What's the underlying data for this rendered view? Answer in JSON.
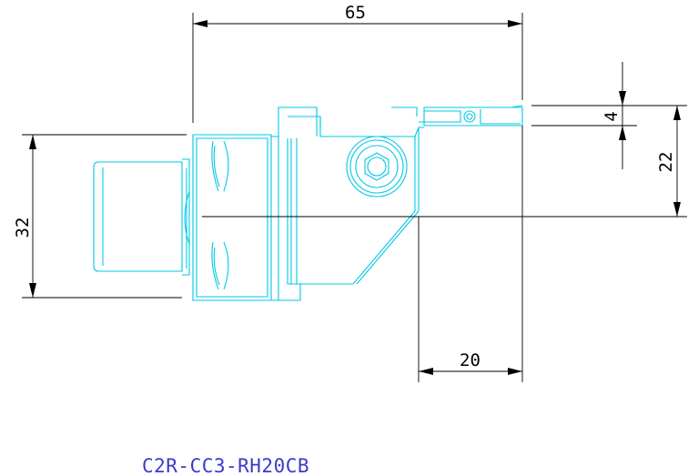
{
  "dimensions": {
    "overall_length": "65",
    "shank_height": "32",
    "center_height": "22",
    "groove_width": "4",
    "reach": "20"
  },
  "part_number": "C2R-CC3-RH20CB",
  "colors": {
    "outline": "#00c8e6",
    "dimension": "#000000",
    "title": "#3a3acc"
  }
}
